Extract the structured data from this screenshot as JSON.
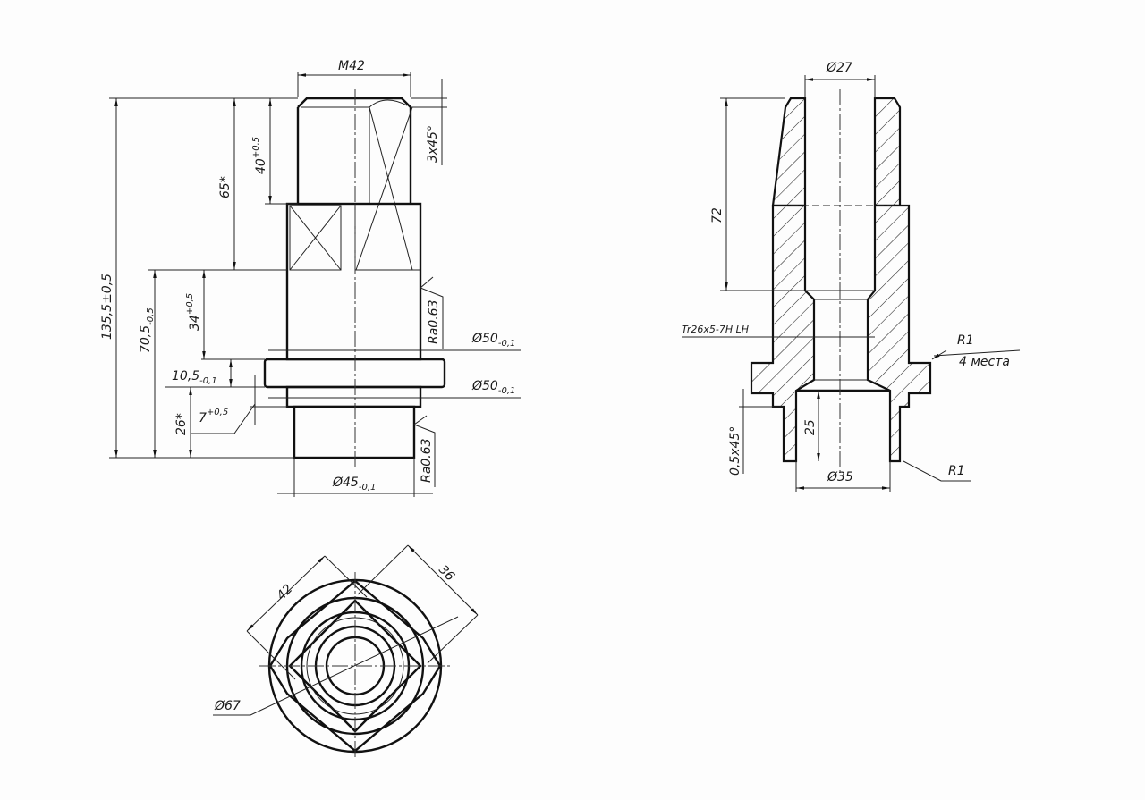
{
  "front_view": {
    "thread": "M42",
    "chamfer": "3x45°",
    "overall_length": "135,5±0,5",
    "len_70": "70,5",
    "len_70_tol": "-0,5",
    "len_65": "65*",
    "len_40": "40",
    "len_40_tol": "+0,5",
    "len_34": "34",
    "len_34_tol": "+0,5",
    "len_10": "10,5",
    "len_10_tol": "-0,1",
    "len_26": "26*",
    "len_7": "7",
    "len_7_tol": "+0,5",
    "dia_50_a": "Ø50",
    "dia_50_a_tol": "-0,1",
    "dia_50_b": "Ø50",
    "dia_50_b_tol": "-0,1",
    "dia_45": "Ø45",
    "dia_45_tol": "-0,1",
    "roughness_1": "Ra0.63",
    "roughness_2": "Ra0.63"
  },
  "section_view": {
    "dia_27": "Ø27",
    "len_72": "72",
    "thread": "Tr26x5-7H LH",
    "radius_1": "R1",
    "radius_1_note": "4 места",
    "chamfer": "0,5x45°",
    "len_25": "25",
    "dia_35": "Ø35",
    "radius_2": "R1"
  },
  "top_view": {
    "width_42": "42",
    "width_36": "36",
    "dia_67": "Ø67"
  }
}
